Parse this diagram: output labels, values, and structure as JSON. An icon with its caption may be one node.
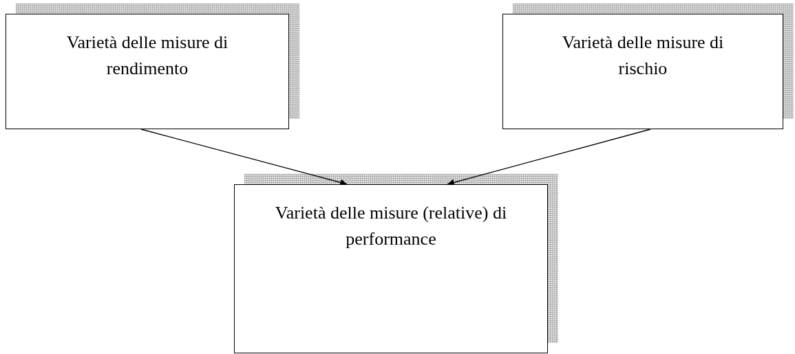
{
  "diagram": {
    "nodes": [
      {
        "text": [
          "Varietà delle misure di rendimento"
        ]
      },
      {
        "text": [
          "Varietà delle misure di rischio"
        ]
      },
      {
        "text": [
          "Varietà delle misure (relative) di performance"
        ]
      }
    ],
    "edges": [
      {
        "from": 0,
        "to": 2,
        "arrow": "to"
      },
      {
        "from": 1,
        "to": 2,
        "arrow": "to"
      }
    ]
  }
}
